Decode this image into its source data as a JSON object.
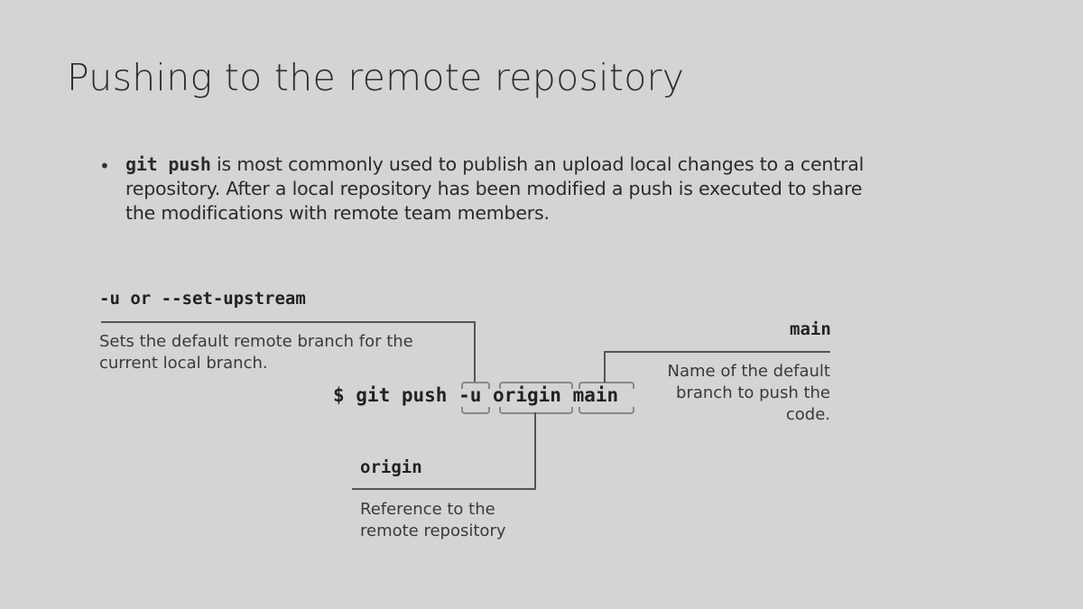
{
  "slide": {
    "title": "Pushing to the remote repository",
    "bullet": {
      "code": "git push",
      "text": " is most commonly used to publish an upload local changes to a central repository. After a local repository has been modified a push is executed to share the modifications with remote team members."
    }
  },
  "diagram": {
    "command": {
      "prompt": "$ git push",
      "flag": "-u",
      "remote": "origin",
      "branch": "main"
    },
    "flag_label": "-u or --set-upstream",
    "flag_desc": "Sets the default remote branch for the current local branch.",
    "branch_label": "main",
    "branch_desc": "Name of the default branch to push the code.",
    "remote_label": "origin",
    "remote_desc": "Reference to the remote repository"
  }
}
